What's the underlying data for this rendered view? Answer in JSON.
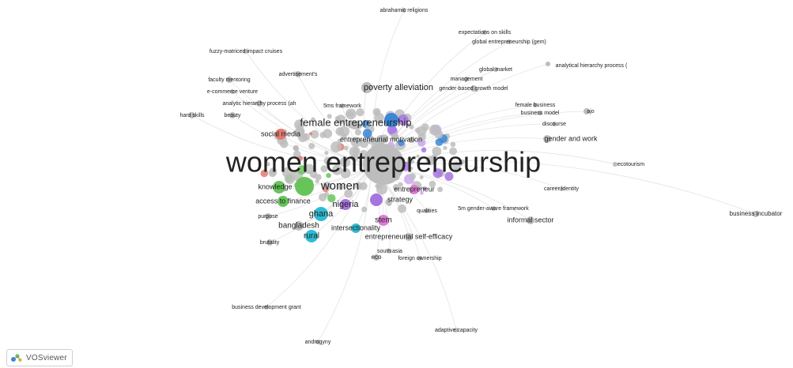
{
  "brand": {
    "name": "VOSviewer",
    "icon": "vosviewer-logo-icon"
  },
  "colors": {
    "default": "#bdbdbd",
    "red": "#e07a72",
    "green": "#67c45a",
    "blue": "#3b86d8",
    "yellow": "#d9c33a",
    "purple": "#a774e0",
    "cyan": "#2fbcd3",
    "pink": "#e07ad8",
    "lavender": "#c9a6ee",
    "link": "#e4e4e4"
  },
  "items": [
    {
      "label": "women entrepreneurship",
      "weight": 10
    },
    {
      "label": "female entrepreneurship",
      "weight": 4
    },
    {
      "label": "women",
      "weight": 5
    },
    {
      "label": "entrepreneurial motivation",
      "weight": 2
    },
    {
      "label": "poverty alleviation",
      "weight": 2
    },
    {
      "label": "social media",
      "weight": 2
    },
    {
      "label": "knowledge",
      "weight": 2
    },
    {
      "label": "access to finance",
      "weight": 2
    },
    {
      "label": "nigeria",
      "weight": 2
    },
    {
      "label": "ghana",
      "weight": 2
    },
    {
      "label": "strategy",
      "weight": 2
    },
    {
      "label": "entrepreneur",
      "weight": 2
    },
    {
      "label": "bangladesh",
      "weight": 2
    },
    {
      "label": "rural",
      "weight": 2
    },
    {
      "label": "stem",
      "weight": 2
    },
    {
      "label": "intersectionality",
      "weight": 1
    },
    {
      "label": "entrepreneurial self-efficacy",
      "weight": 1
    },
    {
      "label": "gender and work",
      "weight": 1
    },
    {
      "label": "informal sector",
      "weight": 1
    },
    {
      "label": "abrahamic religions",
      "weight": 1
    },
    {
      "label": "expectations on skills",
      "weight": 1
    },
    {
      "label": "global entrepreneurship (gem)",
      "weight": 1
    },
    {
      "label": "fuzzy-matriced impact cruises",
      "weight": 1
    },
    {
      "label": "analytical hierarchy process (",
      "weight": 1
    },
    {
      "label": "global market",
      "weight": 1
    },
    {
      "label": "advertisement's",
      "weight": 1
    },
    {
      "label": "management",
      "weight": 1
    },
    {
      "label": "faculty mentoring",
      "weight": 1
    },
    {
      "label": "gender-based growth model",
      "weight": 1
    },
    {
      "label": "e-commerce venture",
      "weight": 1
    },
    {
      "label": "analytic hierarchy process (ah",
      "weight": 1
    },
    {
      "label": "5ms framework",
      "weight": 1
    },
    {
      "label": "female business",
      "weight": 1
    },
    {
      "label": "business model",
      "weight": 1
    },
    {
      "label": "ajo",
      "weight": 1
    },
    {
      "label": "hard skills",
      "weight": 1
    },
    {
      "label": "beauty",
      "weight": 1
    },
    {
      "label": "discourse",
      "weight": 1
    },
    {
      "label": "ecotourism",
      "weight": 1
    },
    {
      "label": "career identity",
      "weight": 1
    },
    {
      "label": "5m gender-aware framework",
      "weight": 1
    },
    {
      "label": "qualities",
      "weight": 1
    },
    {
      "label": "business incubator",
      "weight": 1
    },
    {
      "label": "purpose",
      "weight": 1
    },
    {
      "label": "brutality",
      "weight": 1
    },
    {
      "label": "south asia",
      "weight": 1
    },
    {
      "label": "eco",
      "weight": 1
    },
    {
      "label": "foreign ownership",
      "weight": 1
    },
    {
      "label": "business development grant",
      "weight": 1
    },
    {
      "label": "adaptive capacity",
      "weight": 1
    },
    {
      "label": "androgyny",
      "weight": 1
    }
  ]
}
